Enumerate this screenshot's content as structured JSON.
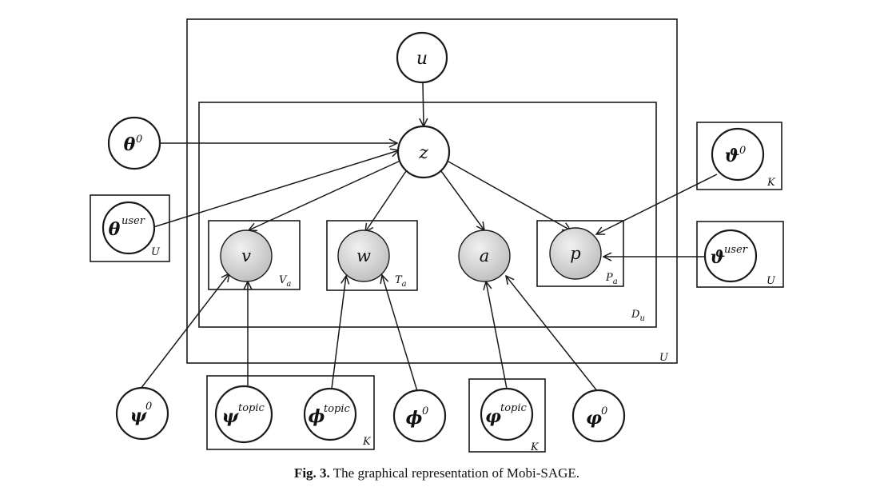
{
  "caption": {
    "label": "Fig. 3.",
    "text": "The graphical representation of Mobi-SAGE."
  },
  "plates": {
    "outer_user": "U",
    "docs": "D",
    "docs_sub": "u",
    "venue": "V",
    "venue_sub": "a",
    "time": "T",
    "time_sub": "a",
    "price": "P",
    "price_sub": "a",
    "theta_user": "U",
    "vtheta_0": "K",
    "vtheta_user": "U",
    "topic_left": "K",
    "varphi_topic": "K"
  },
  "nodes": {
    "u": "u",
    "z": "z",
    "v": "v",
    "w": "w",
    "a": "a",
    "p": "p",
    "theta0": {
      "sym": "θ",
      "sup": "0"
    },
    "theta_user": {
      "sym": "θ",
      "sup": "user"
    },
    "vtheta0": {
      "sym": "ϑ",
      "sup": "0"
    },
    "vtheta_user": {
      "sym": "ϑ",
      "sup": "user"
    },
    "psi0": {
      "sym": "ψ",
      "sup": "0"
    },
    "psi_topic": {
      "sym": "ψ",
      "sup": "topic"
    },
    "phi_topic": {
      "sym": "ϕ",
      "sup": "topic"
    },
    "phi0": {
      "sym": "ϕ",
      "sup": "0"
    },
    "varphi_topic": {
      "sym": "φ",
      "sup": "topic"
    },
    "varphi0": {
      "sym": "φ",
      "sup": "0"
    }
  }
}
